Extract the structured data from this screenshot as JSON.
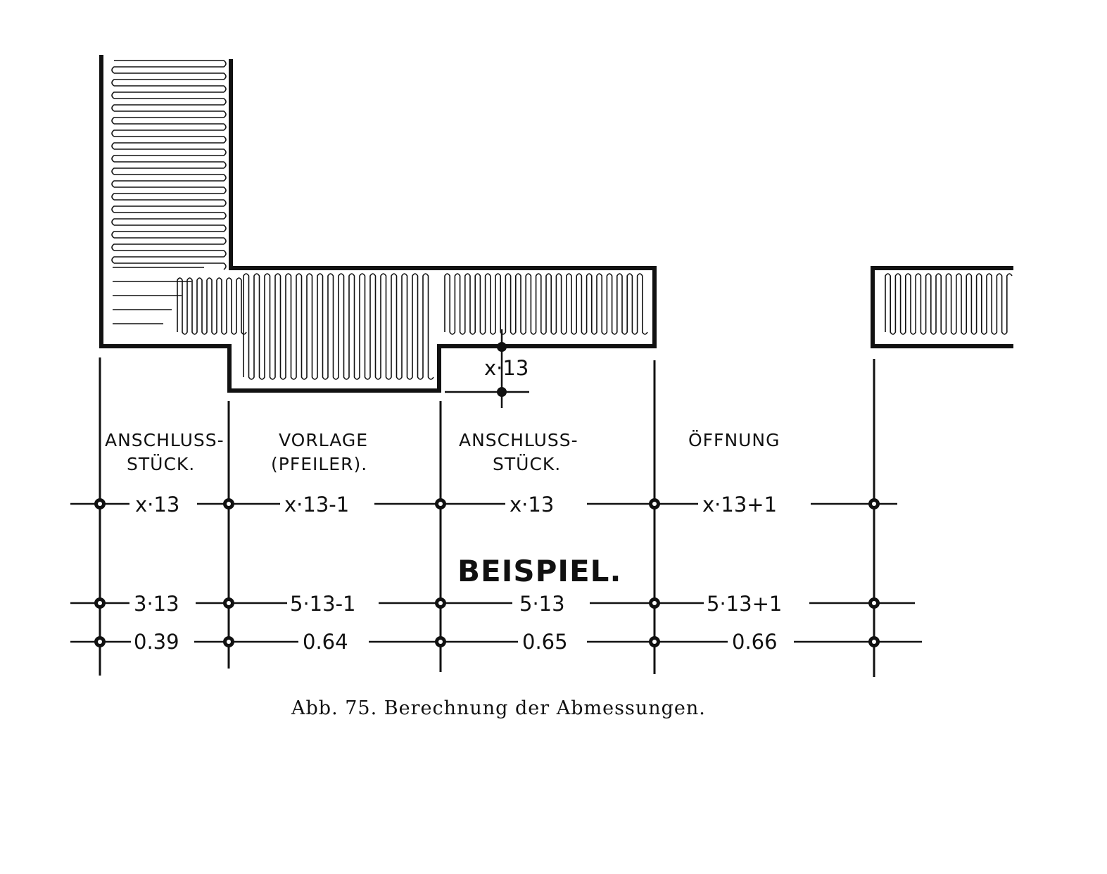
{
  "figure": {
    "dimension_top": "x·13",
    "example_heading": "BEISPIEL.",
    "caption": "Abb. 75.  Berechnung der Abmessungen."
  },
  "sections": [
    {
      "label_line1": "ANSCHLUSS-",
      "label_line2": "STÜCK.",
      "formula": "x·13",
      "example": "3·13",
      "meters": "0.39"
    },
    {
      "label_line1": "VORLAGE",
      "label_line2": "(PFEILER).",
      "formula": "x·13-1",
      "example": "5·13-1",
      "meters": "0.64"
    },
    {
      "label_line1": "ANSCHLUSS-",
      "label_line2": "STÜCK.",
      "formula": "x·13",
      "example": "5·13",
      "meters": "0.65"
    },
    {
      "label_line1": "ÖFFNUNG",
      "label_line2": "",
      "formula": "x·13+1",
      "example": "5·13+1",
      "meters": "0.66"
    }
  ]
}
